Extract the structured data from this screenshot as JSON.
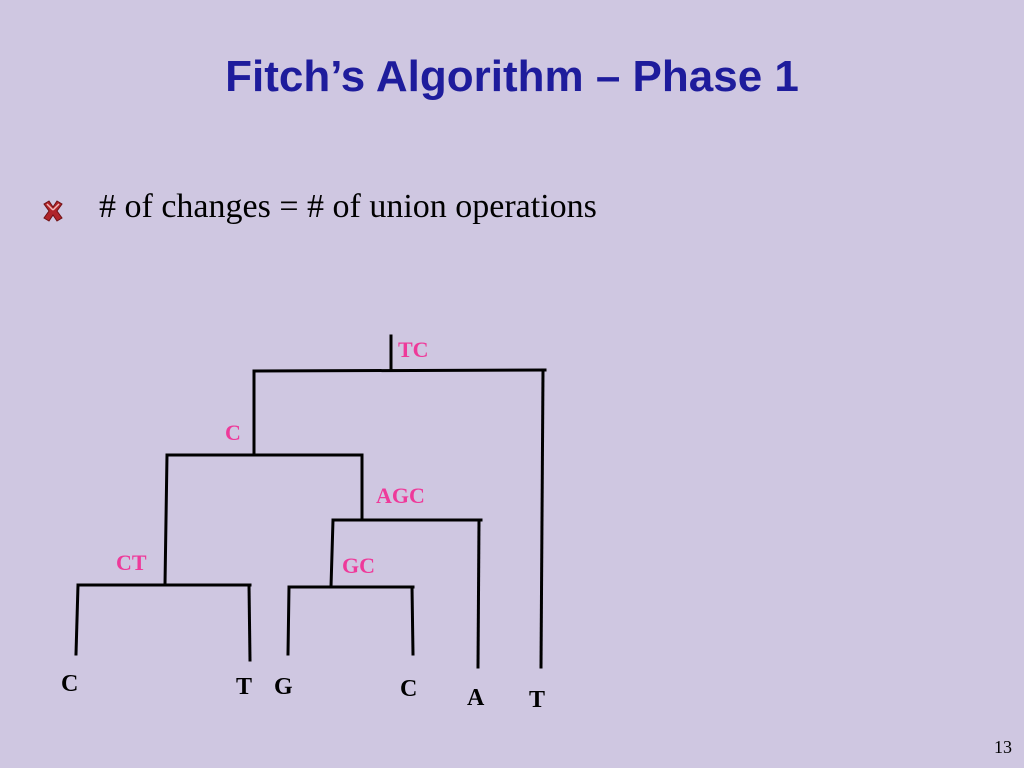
{
  "slide": {
    "title": "Fitch’s Algorithm – Phase 1",
    "bullet": "# of changes = # of union operations",
    "bullet_icon": "x-bullet-icon",
    "page_number": "13"
  },
  "colors": {
    "background": "#CFC7E1",
    "title": "#1E1C9C",
    "set_label": "#EE3A9A",
    "bullet_icon": "#B0242A"
  },
  "tree": {
    "internal_sets": {
      "root": "TC",
      "n1": "C",
      "n2": "AGC",
      "n3": "CT",
      "n4": "GC"
    },
    "leaves": [
      "C",
      "T",
      "G",
      "C",
      "A",
      "T"
    ]
  }
}
